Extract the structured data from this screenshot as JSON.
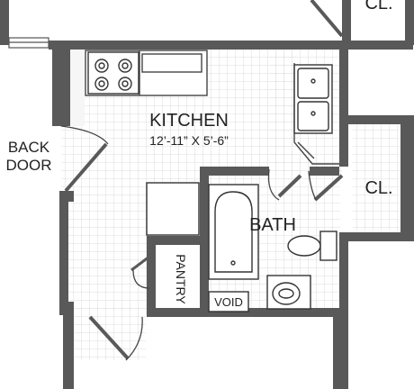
{
  "plan": {
    "labels": {
      "kitchen": "KITCHEN",
      "kitchen_dims": "12’-11” X 5’-6”",
      "back_door_line1": "BACK",
      "back_door_line2": "DOOR",
      "bath": "BATH",
      "closet_right": "CL.",
      "closet_top": "CL.",
      "pantry": "PANTRY",
      "void": "VOID"
    },
    "colors": {
      "wall": "#595959",
      "wall_dark": "#3f3f3f",
      "tile_grid": "#cfcfcf",
      "floor": "#ffffff",
      "fixture_stroke": "#444444",
      "cabinet_fill": "#f4f4f4"
    },
    "fixtures": [
      "stove-icon",
      "double-sink-icon",
      "bathtub-icon",
      "toilet-icon",
      "vanity-sink-icon",
      "refrigerator-icon"
    ]
  }
}
